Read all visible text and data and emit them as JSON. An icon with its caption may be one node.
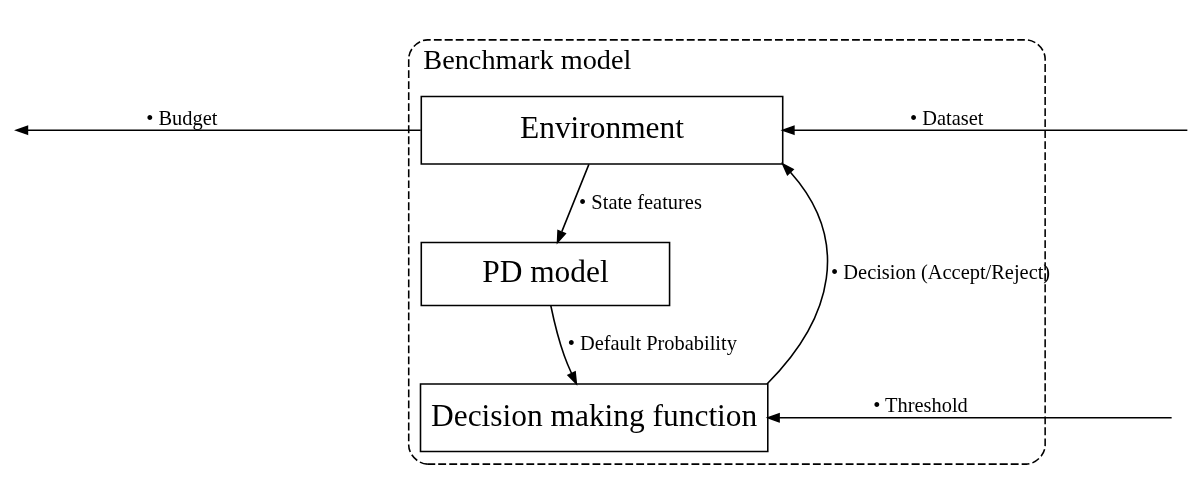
{
  "diagram": {
    "nodes": [
      {
        "text": [
          "Benchmark model"
        ]
      },
      {
        "text": [
          "Environment"
        ],
        "in": 0
      },
      {
        "text": [
          "PD model"
        ],
        "in": 0
      },
      {
        "text": [
          "Decision making function"
        ],
        "in": 0
      }
    ],
    "edges": [
      {
        "from": null,
        "to": 1,
        "arrow": "to",
        "label": "• Dataset"
      },
      {
        "from": 1,
        "to": null,
        "arrow": "to",
        "label": "• Budget"
      },
      {
        "from": 1,
        "to": 2,
        "arrow": "to",
        "label": "• State features"
      },
      {
        "from": 2,
        "to": 3,
        "arrow": "to",
        "label": "• Default Probability"
      },
      {
        "from": null,
        "to": 3,
        "arrow": "to",
        "label": "• Threshold"
      },
      {
        "from": 3,
        "to": 1,
        "arrow": "to",
        "label": "• Decision (Accept/Reject)"
      }
    ]
  }
}
